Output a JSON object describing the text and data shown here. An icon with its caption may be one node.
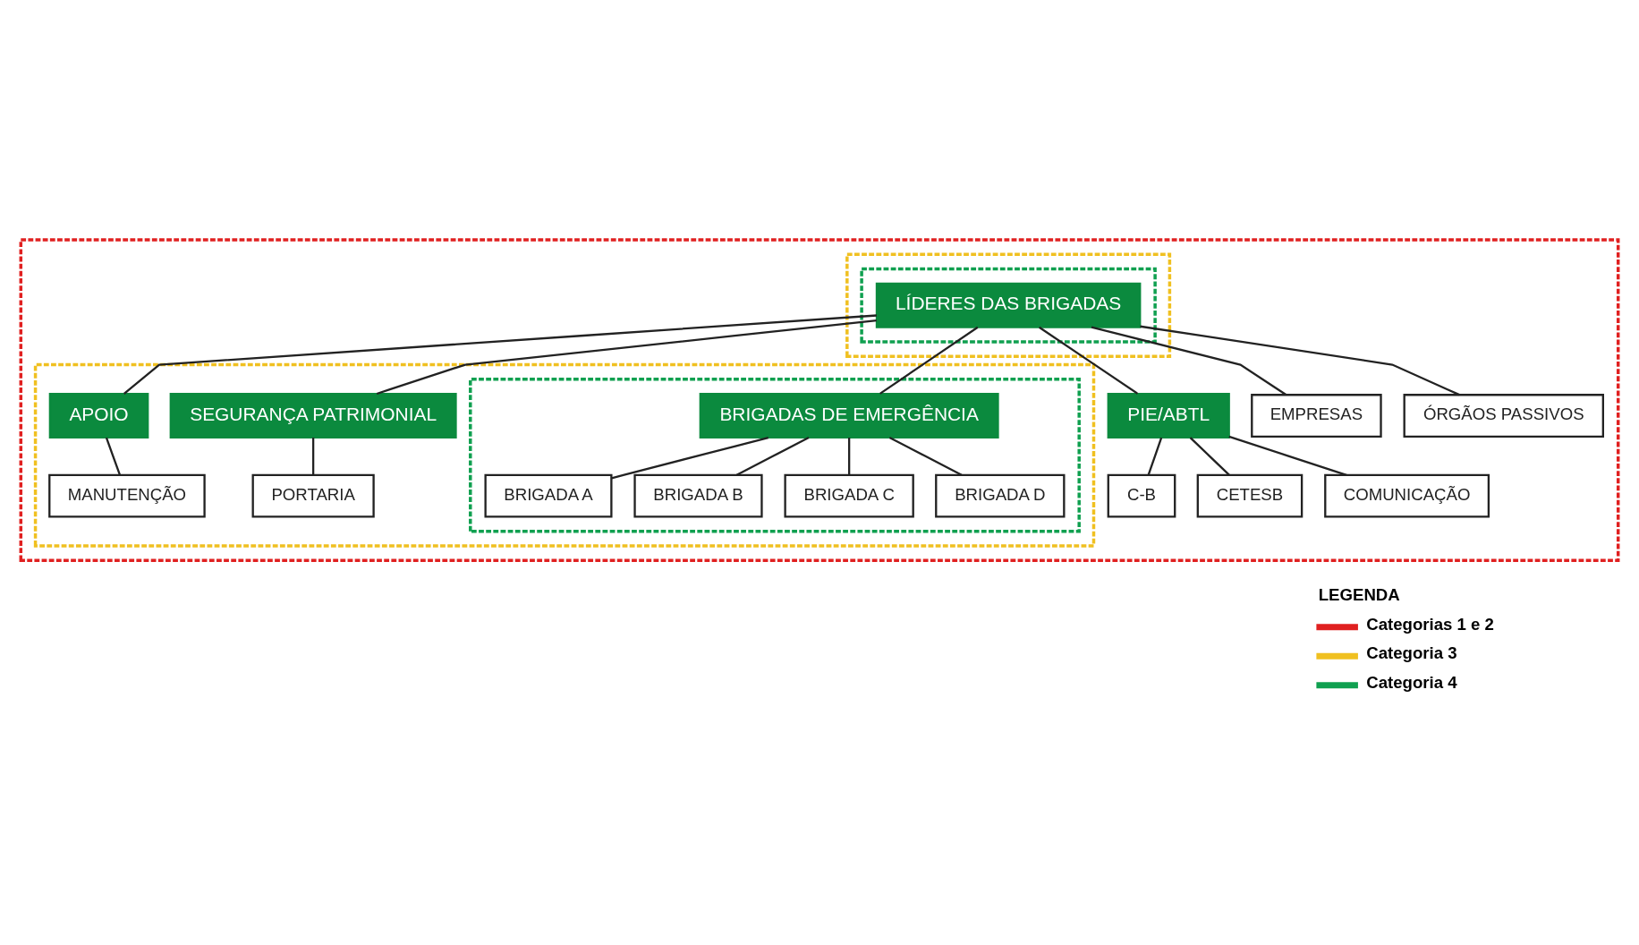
{
  "diagram": {
    "nodes": [
      {
        "text": [],
        "shape": "box"
      },
      {
        "text": [],
        "shape": "box",
        "in": 0
      },
      {
        "text": [],
        "shape": "box",
        "in": 1
      },
      {
        "text": [
          "LÍDERES DAS BRIGADAS"
        ],
        "in": 2
      },
      {
        "text": [],
        "shape": "box",
        "in": 0
      },
      {
        "text": [],
        "shape": "box",
        "in": 4
      },
      {
        "text": [
          "BRIGADAS DE EMERGÊNCIA"
        ],
        "in": 5
      },
      {
        "text": [
          "SEGURANÇA PATRIMONIAL"
        ],
        "in": 4
      },
      {
        "text": [
          "APOIO"
        ],
        "in": 4
      },
      {
        "text": [
          "PIE/ABTL"
        ],
        "in": 0
      },
      {
        "text": [
          "EMPRESAS"
        ],
        "in": 0
      },
      {
        "text": [
          "ÓRGÃOS PASSIVOS"
        ],
        "in": 0
      },
      {
        "text": [
          "BRIGADA A"
        ],
        "in": 5
      },
      {
        "text": [
          "BRIGADA B"
        ],
        "in": 5
      },
      {
        "text": [
          "BRIGADA C"
        ],
        "in": 5
      },
      {
        "text": [
          "BRIGADA D"
        ],
        "in": 5
      },
      {
        "text": [
          "PORTARIA"
        ],
        "in": 4
      },
      {
        "text": [
          "MANUTENÇÃO"
        ],
        "in": 4
      },
      {
        "text": [
          "C-B"
        ],
        "in": 0
      },
      {
        "text": [
          "CETESB"
        ],
        "in": 0
      },
      {
        "text": [
          "COMUNICAÇÃO"
        ],
        "in": 0
      }
    ],
    "edges": [
      {
        "from": 3,
        "to": 6,
        "arrow": "none"
      },
      {
        "from": 3,
        "to": 7,
        "arrow": "none"
      },
      {
        "from": 3,
        "to": 8,
        "arrow": "none"
      },
      {
        "from": 3,
        "to": 9,
        "arrow": "none"
      },
      {
        "from": 3,
        "to": 10,
        "arrow": "none"
      },
      {
        "from": 3,
        "to": 11,
        "arrow": "none"
      },
      {
        "from": 6,
        "to": 12,
        "arrow": "none"
      },
      {
        "from": 6,
        "to": 13,
        "arrow": "none"
      },
      {
        "from": 6,
        "to": 14,
        "arrow": "none"
      },
      {
        "from": 6,
        "to": 15,
        "arrow": "none"
      },
      {
        "from": 7,
        "to": 16,
        "arrow": "none"
      },
      {
        "from": 8,
        "to": 17,
        "arrow": "none"
      },
      {
        "from": 9,
        "to": 18,
        "arrow": "none"
      },
      {
        "from": 9,
        "to": 19,
        "arrow": "none"
      },
      {
        "from": 9,
        "to": 20,
        "arrow": "none"
      }
    ],
    "labels": [
      "LEGENDA"
    ],
    "legend": [
      {
        "text": "Categorias 1 e 2",
        "color": "#e02020"
      },
      {
        "text": "Categoria 3",
        "color": "#f0c020"
      },
      {
        "text": "Categoria 4",
        "color": "#10a050"
      }
    ]
  }
}
